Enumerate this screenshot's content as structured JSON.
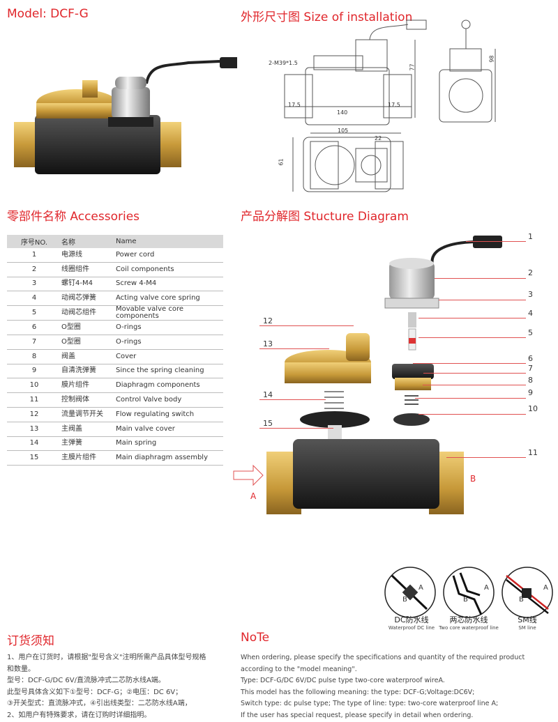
{
  "model_title": "Model: DCF-G",
  "size_title": "外形尺寸图 Size of installation",
  "accessories_title": "零部件名称 Accessories",
  "structure_title": "产品分解图 Stucture Diagram",
  "dimensions": {
    "thread": "2-M39*1.5",
    "d_17_5_left": "17.5",
    "d_17_5_right": "17.5",
    "d_140": "140",
    "d_77": "77",
    "d_98": "98",
    "d_105": "105",
    "d_22": "22",
    "d_61": "61"
  },
  "table": {
    "headers": [
      "序号NO.",
      "名称",
      "Name"
    ],
    "rows": [
      [
        "1",
        "电源线",
        "Power cord"
      ],
      [
        "2",
        "线圈组件",
        "Coil components"
      ],
      [
        "3",
        "螺钉4-M4",
        "Screw 4-M4"
      ],
      [
        "4",
        "动阀芯弹簧",
        "Acting valve core spring"
      ],
      [
        "5",
        "动阀芯组件",
        "Movable valve core components"
      ],
      [
        "6",
        "O型圈",
        "O-rings"
      ],
      [
        "7",
        "O型圈",
        "O-rings"
      ],
      [
        "8",
        "阀盖",
        "Cover"
      ],
      [
        "9",
        "自清洗弹簧",
        "Since the spring cleaning"
      ],
      [
        "10",
        "膜片组件",
        "Diaphragm components"
      ],
      [
        "11",
        "控制阀体",
        "Control Valve body"
      ],
      [
        "12",
        "流量调节开关",
        "Flow regulating switch"
      ],
      [
        "13",
        "主阀盖",
        "Main valve cover"
      ],
      [
        "14",
        "主弹簧",
        "Main spring"
      ],
      [
        "15",
        "主膜片组件",
        "Main diaphragm assembly"
      ]
    ]
  },
  "callouts": [
    "1",
    "2",
    "3",
    "4",
    "5",
    "6",
    "7",
    "8",
    "9",
    "10",
    "11",
    "12",
    "13",
    "14",
    "15"
  ],
  "ports": {
    "a": "A",
    "b": "B"
  },
  "wires": [
    {
      "cn": "DC防水线",
      "en": "Waterproof  DC line",
      "a": "A",
      "b": "B"
    },
    {
      "cn": "两芯防水线",
      "en": "Two core waterproof line",
      "a": "A",
      "b": "B"
    },
    {
      "cn": "SM线",
      "en": "SM line",
      "a": "A",
      "b": "B"
    }
  ],
  "order_title": "订货须知",
  "order_lines": [
    "1、用户在订货时，请根据\"型号含义\"注明所需产品具体型号规格",
    "和数量。",
    "型号：DCF-G/DC 6V/直流脉冲式二芯防水线A端。",
    "此型号具体含义如下①型号：DCF-G；②电压：DC 6V；",
    "③开关型式：直流脉冲式，④引出线类型：二芯防水线A端，",
    "2、如用户有特殊要求，请在订购时详细指明。"
  ],
  "note_title": "NoTe",
  "note_lines": [
    "When ordering, please specify the specifications and quantity  of the required product",
    "according to the \"model meaning\".",
    "Type: DCF-G/DC 6V/DC pulse type two-core waterproof wireA.",
    "This model has the following meaning: the type: DCF-G;Voltage:DC6V;",
    "Switch type: dc pulse type; The type of line: type: two-core waterproof line A;",
    "If the user has special request, please specify in detail when ordering."
  ]
}
